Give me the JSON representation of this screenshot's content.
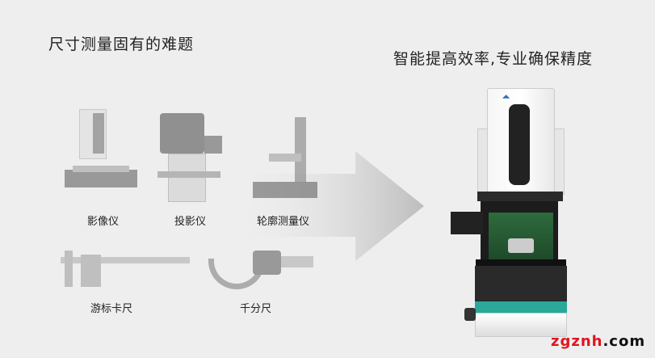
{
  "left_title": "尺寸测量固有的难题",
  "right_title": "智能提高效率,专业确保精度",
  "instruments": [
    {
      "label": "影像仪"
    },
    {
      "label": "投影仪"
    },
    {
      "label": "轮廓测量仪"
    },
    {
      "label": "游标卡尺"
    },
    {
      "label": "千分尺"
    }
  ],
  "watermark": {
    "main": "zgznh",
    "suffix": ".com"
  },
  "colors": {
    "background": "#eeeeee",
    "accent": "#2aa89a",
    "watermark_red": "#e0141e"
  }
}
